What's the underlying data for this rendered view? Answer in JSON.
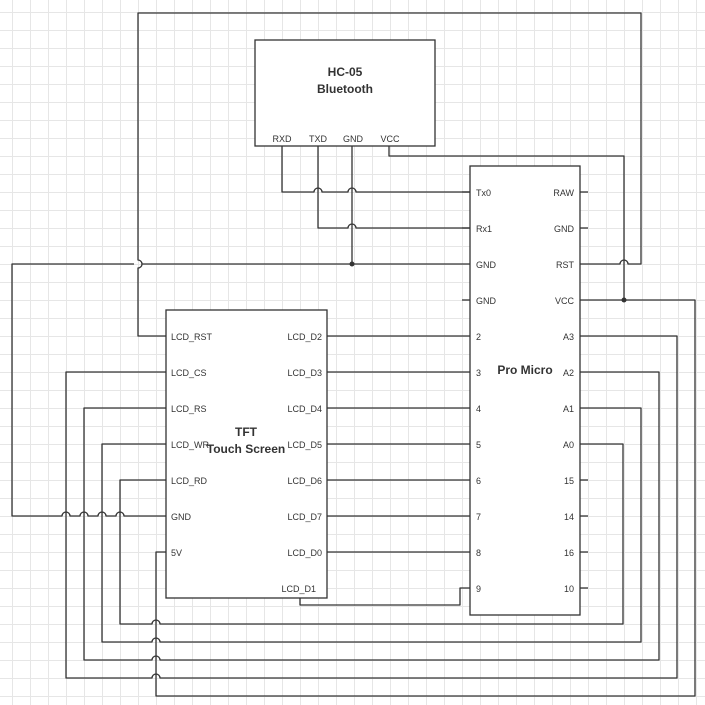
{
  "hc05": {
    "title": "HC-05",
    "subtitle": "Bluetooth",
    "pins": [
      "RXD",
      "TXD",
      "GND",
      "VCC"
    ]
  },
  "pro_micro": {
    "title": "Pro Micro",
    "left_pins": [
      "Tx0",
      "Rx1",
      "GND",
      "GND",
      "2",
      "3",
      "4",
      "5",
      "6",
      "7",
      "8",
      "9"
    ],
    "right_pins": [
      "RAW",
      "GND",
      "RST",
      "VCC",
      "A3",
      "A2",
      "A1",
      "A0",
      "15",
      "14",
      "16",
      "10"
    ]
  },
  "tft": {
    "title": "TFT",
    "subtitle": "Touch Screen",
    "left_pins": [
      "LCD_RST",
      "LCD_CS",
      "LCD_RS",
      "LCD_WR",
      "LCD_RD",
      "GND",
      "5V"
    ],
    "right_pins": [
      "LCD_D2",
      "LCD_D3",
      "LCD_D4",
      "LCD_D5",
      "LCD_D6",
      "LCD_D7",
      "LCD_D0"
    ],
    "bottom_pin": "LCD_D1"
  },
  "colors": {
    "stroke": "#333333",
    "grid": "#e6e6e6",
    "background": "#ffffff"
  }
}
